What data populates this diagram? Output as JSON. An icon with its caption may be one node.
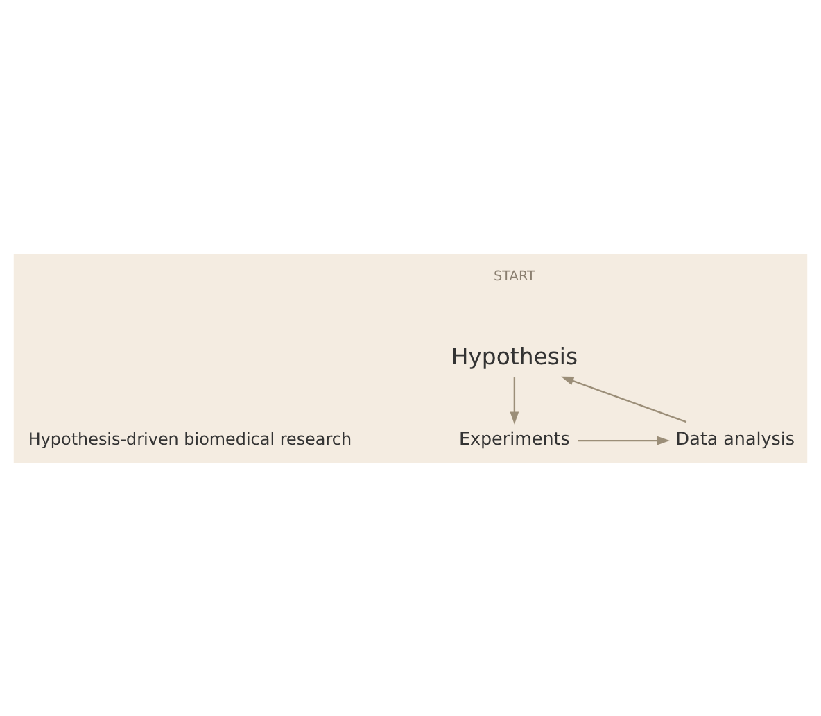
{
  "diagram": {
    "nodes": [
      {
        "text": [
          "Hypothesis"
        ]
      },
      {
        "text": [
          "Experiments"
        ]
      },
      {
        "text": [
          "Data analysis"
        ]
      }
    ],
    "edges": [
      {
        "from": 0,
        "to": 1,
        "arrow": "to"
      },
      {
        "from": 1,
        "to": 2,
        "arrow": "to"
      },
      {
        "from": 2,
        "to": 0,
        "arrow": "to"
      }
    ],
    "labels": [
      "START",
      "Hypothesis-driven biomedical research"
    ]
  }
}
